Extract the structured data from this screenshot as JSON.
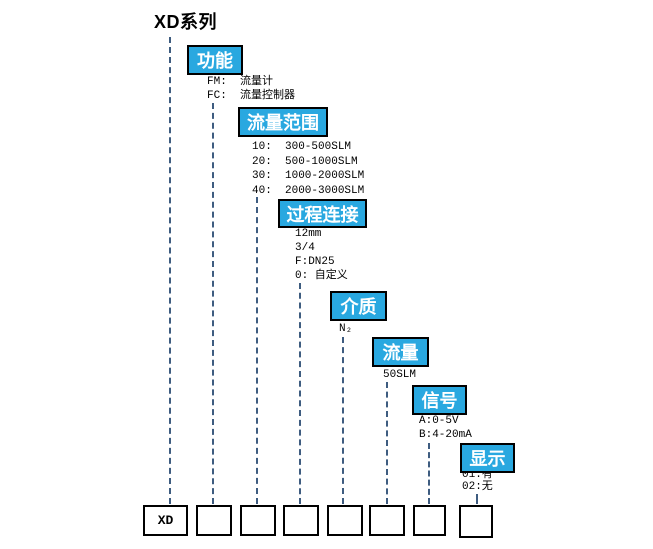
{
  "title": "XD系列",
  "colors": {
    "category_box_fill": "#29A8E0",
    "category_box_border": "#000000",
    "category_box_text": "#FFFFFF",
    "connector_dash": "#3E5C80",
    "option_text": "#000000"
  },
  "categories": [
    {
      "label": "功能",
      "options": [
        "FM:  流量计",
        "FC:  流量控制器"
      ]
    },
    {
      "label": "流量范围",
      "options": [
        "10:  300-500SLM",
        "20:  500-1000SLM",
        "30:  1000-2000SLM",
        "40:  2000-3000SLM"
      ]
    },
    {
      "label": "过程连接",
      "options": [
        "12mm",
        "3/4",
        "F:DN25",
        "0: 自定义"
      ]
    },
    {
      "label": "介质",
      "options": [
        "N₂"
      ]
    },
    {
      "label": "流量",
      "options": [
        "50SLM"
      ]
    },
    {
      "label": "信号",
      "options": [
        "A:0-5V",
        "B:4-20mA"
      ]
    },
    {
      "label": "显示",
      "options": [
        "01:有",
        "02:无"
      ]
    }
  ],
  "model_row": {
    "cells": [
      "XD",
      "",
      "",
      "",
      "",
      "",
      "",
      ""
    ]
  }
}
